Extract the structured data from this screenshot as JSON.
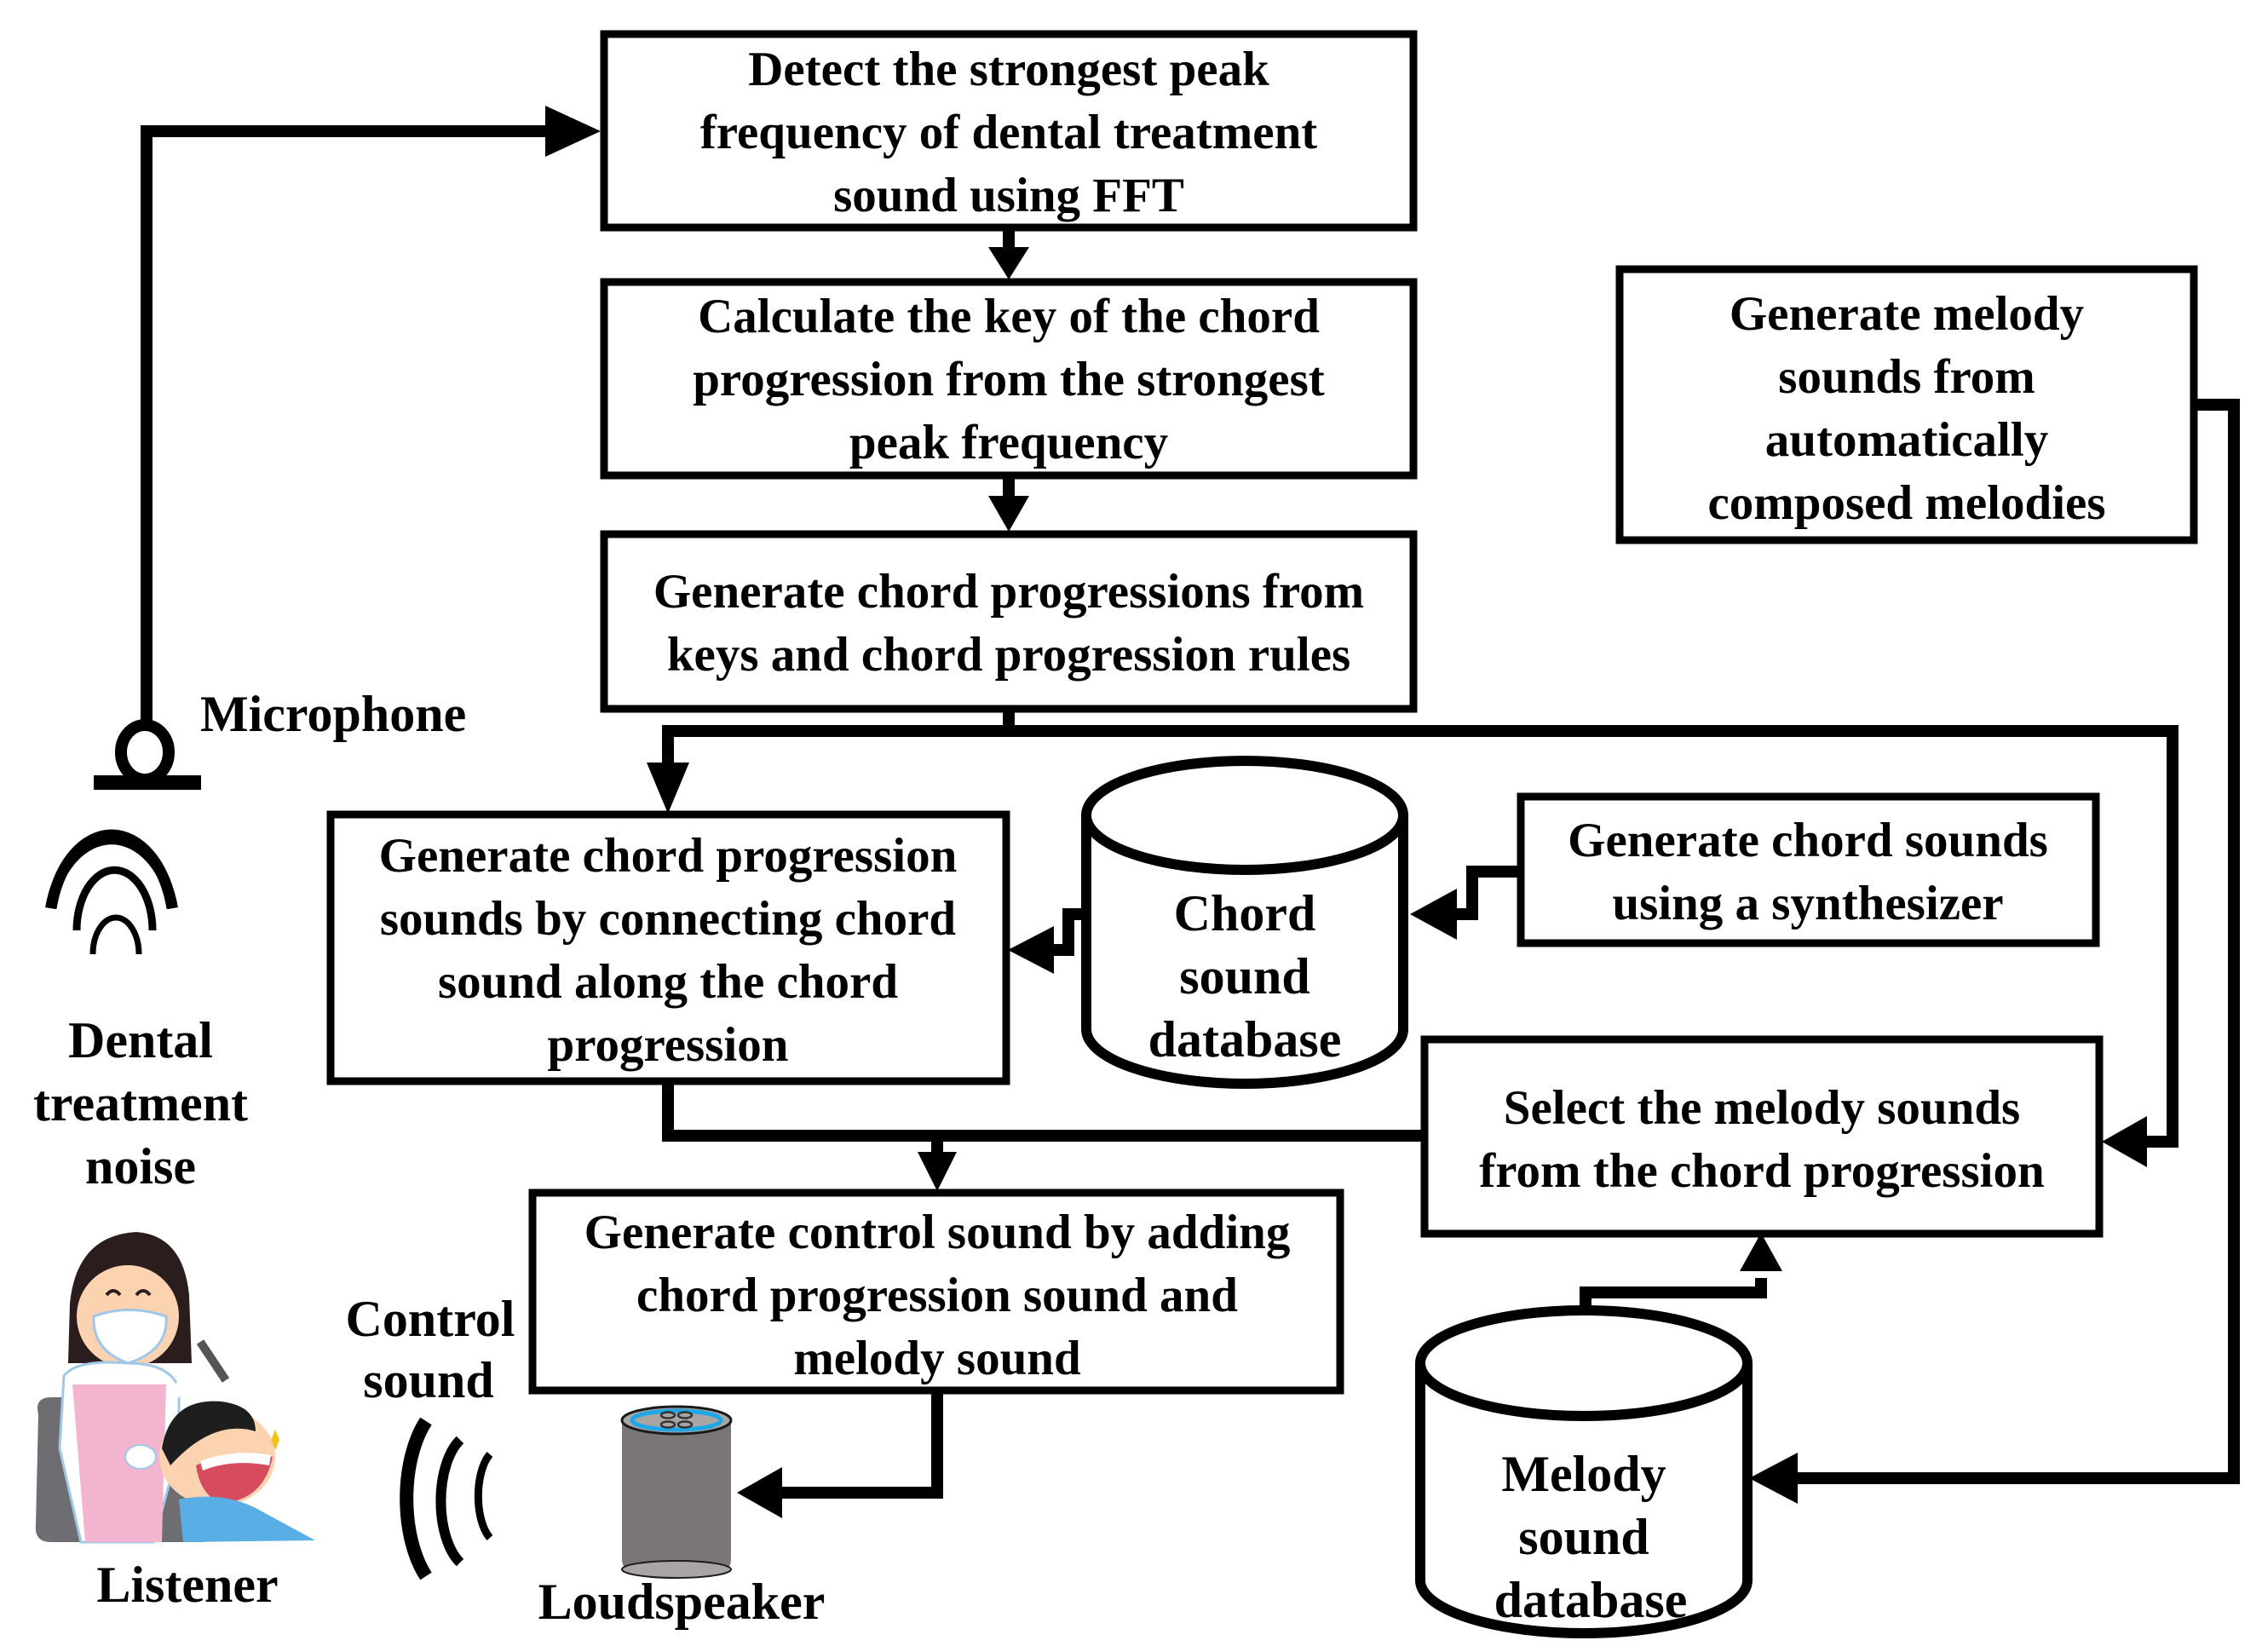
{
  "diagram": {
    "type": "flowchart",
    "colors": {
      "stroke": "#000000",
      "background": "#ffffff",
      "speaker_body": "#7a7676",
      "speaker_ring": "#1ea7e6",
      "apron_pink": "#f2b4cf",
      "shirt_blue": "#5aaee6",
      "hair": "#2b1d1d",
      "skin": "#fbd3b0"
    },
    "boxes": {
      "detect": [
        "Detect the strongest peak",
        "frequency of dental treatment",
        "sound using FFT"
      ],
      "calculate": [
        "Calculate the key of the chord",
        "progression from the strongest",
        "peak frequency"
      ],
      "generate_progressions": [
        "Generate chord progressions from",
        "keys and chord progression rules"
      ],
      "generate_progression_sounds": [
        "Generate chord progression",
        "sounds by connecting chord",
        "sound along the chord",
        "progression"
      ],
      "generate_chord_sounds": [
        "Generate chord sounds",
        "using a synthesizer"
      ],
      "generate_melody_sounds": [
        "Generate melody",
        "sounds from",
        "automatically",
        "composed melodies"
      ],
      "select_melody": [
        "Select the melody sounds",
        "from the chord progression"
      ],
      "generate_control": [
        "Generate control sound by adding",
        "chord progression sound and",
        "melody sound"
      ]
    },
    "databases": {
      "chord": [
        "Chord",
        "sound",
        "database"
      ],
      "melody": [
        "Melody",
        "sound",
        "database"
      ]
    },
    "labels": {
      "microphone": "Microphone",
      "noise": [
        "Dental",
        "treatment",
        "noise"
      ],
      "listener": "Listener",
      "control_sound": [
        "Control",
        "sound"
      ],
      "loudspeaker": "Loudspeaker"
    },
    "icons": [
      "microphone-icon",
      "noise-wave-icon",
      "dentist-patient-illustration",
      "control-sound-wave-icon",
      "loudspeaker-icon"
    ],
    "edges": [
      {
        "from": "microphone",
        "to": "detect"
      },
      {
        "from": "detect",
        "to": "calculate"
      },
      {
        "from": "calculate",
        "to": "generate_progressions"
      },
      {
        "from": "generate_progressions",
        "to": "generate_progression_sounds"
      },
      {
        "from": "generate_progressions",
        "to": "select_melody"
      },
      {
        "from": "generate_chord_sounds",
        "to": "chord_database"
      },
      {
        "from": "chord_database",
        "to": "generate_progression_sounds"
      },
      {
        "from": "generate_melody_sounds",
        "to": "melody_database"
      },
      {
        "from": "melody_database",
        "to": "select_melody"
      },
      {
        "from": "generate_progression_sounds",
        "to": "generate_control"
      },
      {
        "from": "select_melody",
        "to": "generate_control"
      },
      {
        "from": "generate_control",
        "to": "loudspeaker"
      }
    ]
  }
}
